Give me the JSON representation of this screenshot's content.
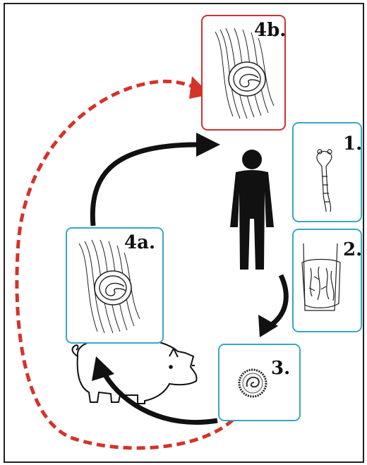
{
  "colors": {
    "blue_frame": "#3aa6c4",
    "red_frame": "#d03030",
    "red_dashed_arrow": "#d4332a",
    "black_arrow": "#111111",
    "human_silhouette": "#111111",
    "outer_frame": "#222222"
  },
  "stages": [
    {
      "id": "1",
      "label": "1.",
      "icon": "adult-worm-icon",
      "frame": "blue"
    },
    {
      "id": "2",
      "label": "2.",
      "icon": "intestine-icon",
      "frame": "blue"
    },
    {
      "id": "3",
      "label": "3.",
      "icon": "larva-cyst-icon",
      "frame": "blue"
    },
    {
      "id": "4a",
      "label": "4a.",
      "icon": "encysted-muscle-icon",
      "frame": "blue"
    },
    {
      "id": "4b",
      "label": "4b.",
      "icon": "encysted-muscle-icon",
      "frame": "red"
    }
  ],
  "hosts": [
    {
      "name": "human",
      "icon": "human-silhouette-icon"
    },
    {
      "name": "pig",
      "icon": "pig-outline-icon"
    }
  ]
}
